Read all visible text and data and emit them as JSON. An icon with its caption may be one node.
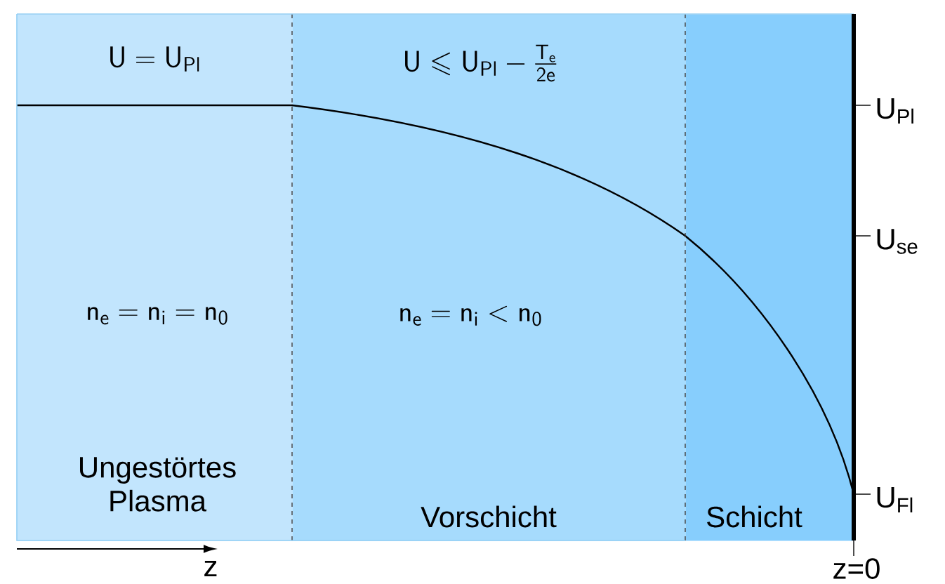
{
  "diagram": {
    "nodes": [
      {
        "text": [
          "\\mathsf{U=U_{Pl}}",
          "\\mathsf{n_e=n_i=n_0}",
          "Ungestörtes Plasma"
        ]
      },
      {
        "text": [
          "\\mathsf{U\\leqslant U_{Pl}-\\frac{T_e}{2e}}",
          "\\mathsf{n_e=n_i<n_0}",
          "Vorschicht"
        ]
      },
      {
        "text": [
          "Schicht"
        ]
      }
    ],
    "labels": [
      "U$_{Pl}$",
      "U$_{se}$",
      "U$_{Fl}$",
      "z",
      "z=0"
    ]
  }
}
